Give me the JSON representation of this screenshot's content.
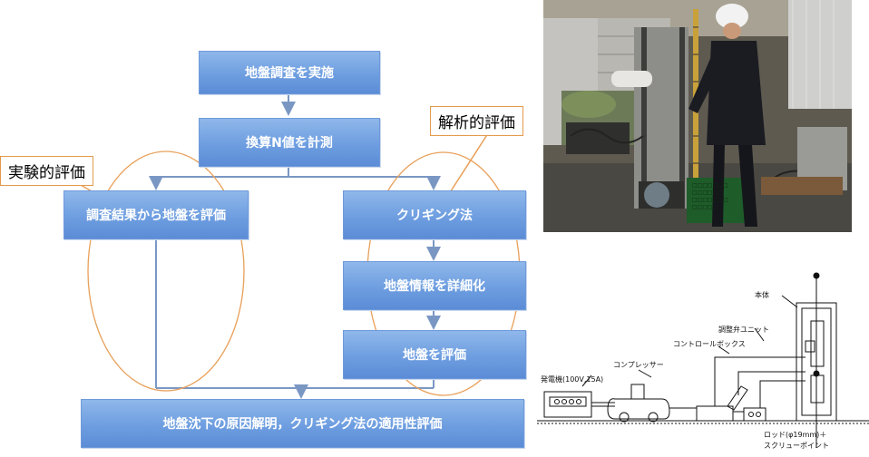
{
  "flowchart": {
    "step1": "地盤調査を実施",
    "step2": "換算N値を計測",
    "left_branch": "調査結果から地盤を評価",
    "right1": "クリギング法",
    "right2": "地盤情報を詳細化",
    "right3": "地盤を評価",
    "final": "地盤沈下の原因解明，クリギング法の適用性評価"
  },
  "callouts": {
    "experimental": "実験的評価",
    "analytical": "解析的評価"
  },
  "schematic": {
    "body": "本体",
    "valve_unit": "調整弁ユニット",
    "control_box": "コントロールボックス",
    "compressor": "コンプレッサー",
    "generator": "発電機(100V,15A)",
    "rod_line1": "ロッド(φ19mm)＋",
    "rod_line2": "スクリューポイント"
  },
  "colors": {
    "box_fill": "#6e9ee0",
    "connector": "#7a97c4",
    "ellipse": "#e8a05a"
  }
}
